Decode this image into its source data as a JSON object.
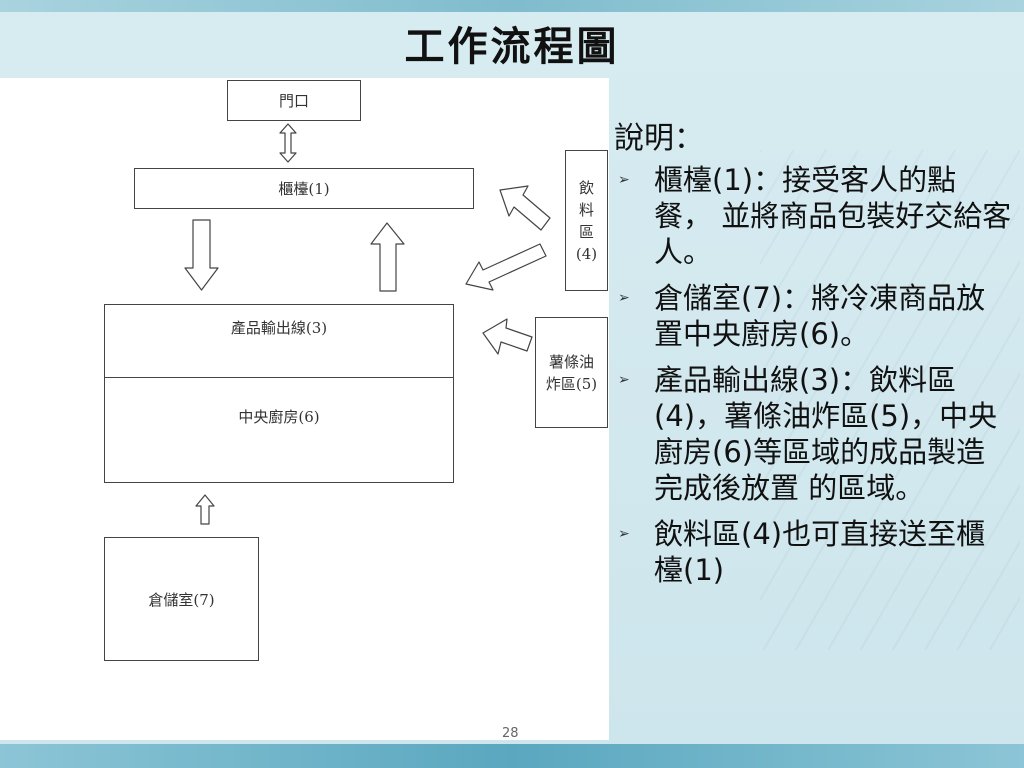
{
  "slide": {
    "title": "工作流程圖",
    "page_number": "28"
  },
  "diagram": {
    "door": "門口",
    "counter": "櫃檯(1)",
    "drinks": [
      "飲",
      "料",
      "區",
      "(4)"
    ],
    "fries": [
      "薯條油",
      "炸區(5)"
    ],
    "production_line": "產品輸出線(3)",
    "central_kitchen": "中央廚房(6)",
    "storage": "倉儲室(7)"
  },
  "description": {
    "heading": "說明：",
    "items": [
      "櫃檯(1)：接受客人的點餐， 並將商品包裝好交給客人。",
      "倉儲室(7)：將冷凍商品放置中央廚房(6)。",
      "產品輸出線(3)：飲料區(4)，薯條油炸區(5)，中央廚房(6)等區域的成品製造完成後放置 的區域。",
      "飲料區(4)也可直接送至櫃檯(1)"
    ],
    "bullet_icon": "arrow-bullet-icon"
  }
}
